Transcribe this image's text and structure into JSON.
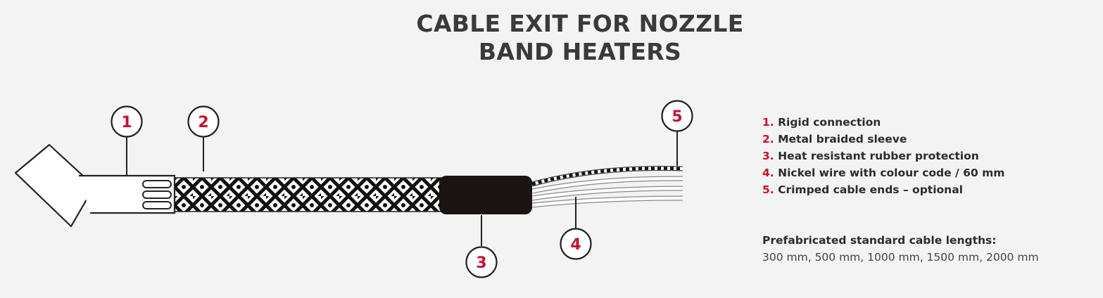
{
  "title": {
    "line1": "CABLE EXIT FOR NOZZLE",
    "line2": "BAND HEATERS"
  },
  "callouts": [
    "1",
    "2",
    "3",
    "4",
    "5"
  ],
  "legend": [
    {
      "num": "1.",
      "text": "Rigid connection"
    },
    {
      "num": "2.",
      "text": "Metal braided sleeve"
    },
    {
      "num": "3.",
      "text": "Heat resistant rubber protection"
    },
    {
      "num": "4.",
      "text": "Nickel wire with colour code / 60 mm"
    },
    {
      "num": "5.",
      "text": "Crimped cable ends – optional"
    }
  ],
  "lengths": {
    "heading": "Prefabricated standard cable lengths:",
    "values": "300 mm, 500 mm, 1000 mm, 1500 mm, 2000 mm"
  },
  "colors": {
    "accent": "#c4122f",
    "text": "#3a3a3a",
    "background": "#f3f3f3",
    "sleeve": "#1a1412"
  }
}
